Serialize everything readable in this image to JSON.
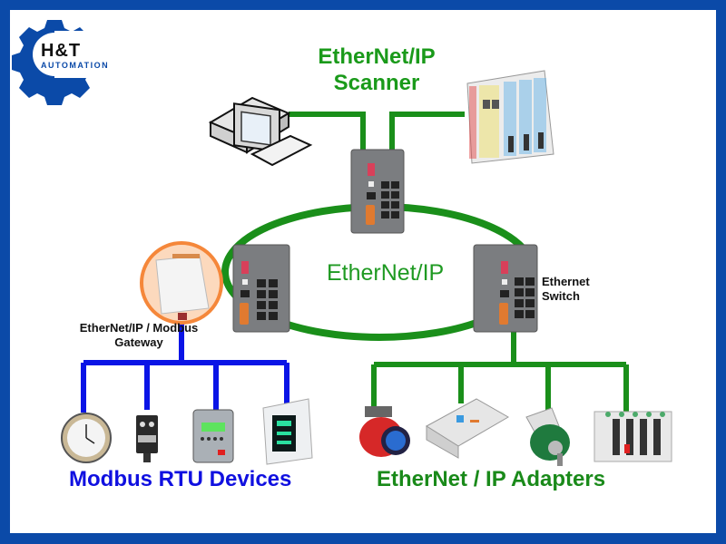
{
  "brand": {
    "logo_main": "H&T",
    "logo_sub": "AUTOMATION",
    "border_color": "#0b4aa8"
  },
  "labels": {
    "scanner_title_line1": "EtherNet/IP",
    "scanner_title_line2": "Scanner",
    "ring": "EtherNet/IP",
    "gateway_line1": "EtherNet/IP / Modbus",
    "gateway_line2": "Gateway",
    "switch_line1": "Ethernet",
    "switch_line2": "Switch",
    "modbus_group": "Modbus RTU Devices",
    "adapters_group": "EtherNet / IP Adapters"
  },
  "colors": {
    "ethernet_line": "#1a8f1a",
    "modbus_line": "#0a14e6",
    "gateway_halo": "#f5873a"
  },
  "nodes": {
    "scanner_devices": [
      "pc-computer",
      "plc-rack"
    ],
    "switches": [
      "switch-top",
      "switch-left",
      "switch-right"
    ],
    "modbus_devices": [
      "clock-meter",
      "photoelectric-sensor",
      "hmi-panel",
      "digital-controller"
    ],
    "adapter_devices": [
      "motor-drive",
      "io-module",
      "rotary-encoder",
      "servo-rack"
    ]
  }
}
